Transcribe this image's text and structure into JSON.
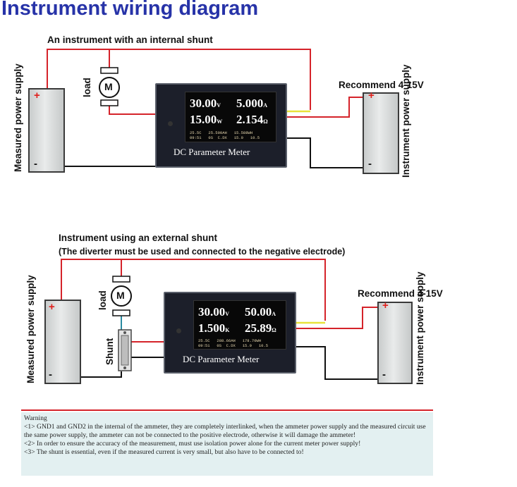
{
  "title": "Instrument wiring diagram",
  "top": {
    "heading": "An instrument with an internal shunt",
    "load_label": "load",
    "motor_glyph": "M",
    "left_supply_label": "Measured power supply",
    "right_supply_label": "Instrument power supply",
    "recommend_label": "Recommend 4-15V",
    "plus_sign": "+",
    "minus_sign": "-",
    "meter": {
      "row1_left": "30.00",
      "row1_left_unit": "V",
      "row1_right": "5.000",
      "row1_right_unit": "A",
      "row2_left": "15.00",
      "row2_left_unit": "W",
      "row2_right": "2.154",
      "row2_right_unit": "Ω",
      "info_line1": "25.5C   25.500AH   15.588WH",
      "info_line2": "09:51   0S  C.DX   15.0   10.5",
      "caption": "DC Parameter Meter"
    }
  },
  "bottom": {
    "heading": "Instrument using an external shunt",
    "subheading": "(The diverter must be used and connected to the negative electrode)",
    "load_label": "load",
    "motor_glyph": "M",
    "shunt_label": "Shunt",
    "left_supply_label": "Measured power supply",
    "right_supply_label": "Instrument power supply",
    "recommend_label": "Recommend 4-15V",
    "plus_sign": "+",
    "minus_sign": "-",
    "meter": {
      "row1_left": "30.00",
      "row1_left_unit": "V",
      "row1_right": "50.00",
      "row1_right_unit": "A",
      "row2_left": "1.500",
      "row2_left_unit": "K",
      "row2_right": "25.89",
      "row2_right_unit": "Ω",
      "info_line1": "25.5C   288.66AH   178.70WH",
      "info_line2": "09:51   0S  C.DX   15.0   10.5",
      "caption": "DC Parameter Meter"
    }
  },
  "warning": {
    "title": "Warning",
    "items": [
      "<1>  GND1 and GND2 in the internal of the ammeter, they are completely interlinked, when the ammeter power supply and the measured circuit use the same power supply, the ammeter can not be connected to the positive electrode, otherwise it will damage the ammeter!",
      "<2>  In order to ensure the accuracy of the measurement, must use isolation power alone for the current meter power supply!",
      "<3>  The shunt is essential, even if the measured current is very small, but also have to be connected to!"
    ]
  },
  "colors": {
    "title": "#2733a8",
    "positive_wire": "#d5232a",
    "negative_wire": "#111111",
    "signal_wire": "#e8e23a",
    "warning_background": "#e3f0f1"
  }
}
